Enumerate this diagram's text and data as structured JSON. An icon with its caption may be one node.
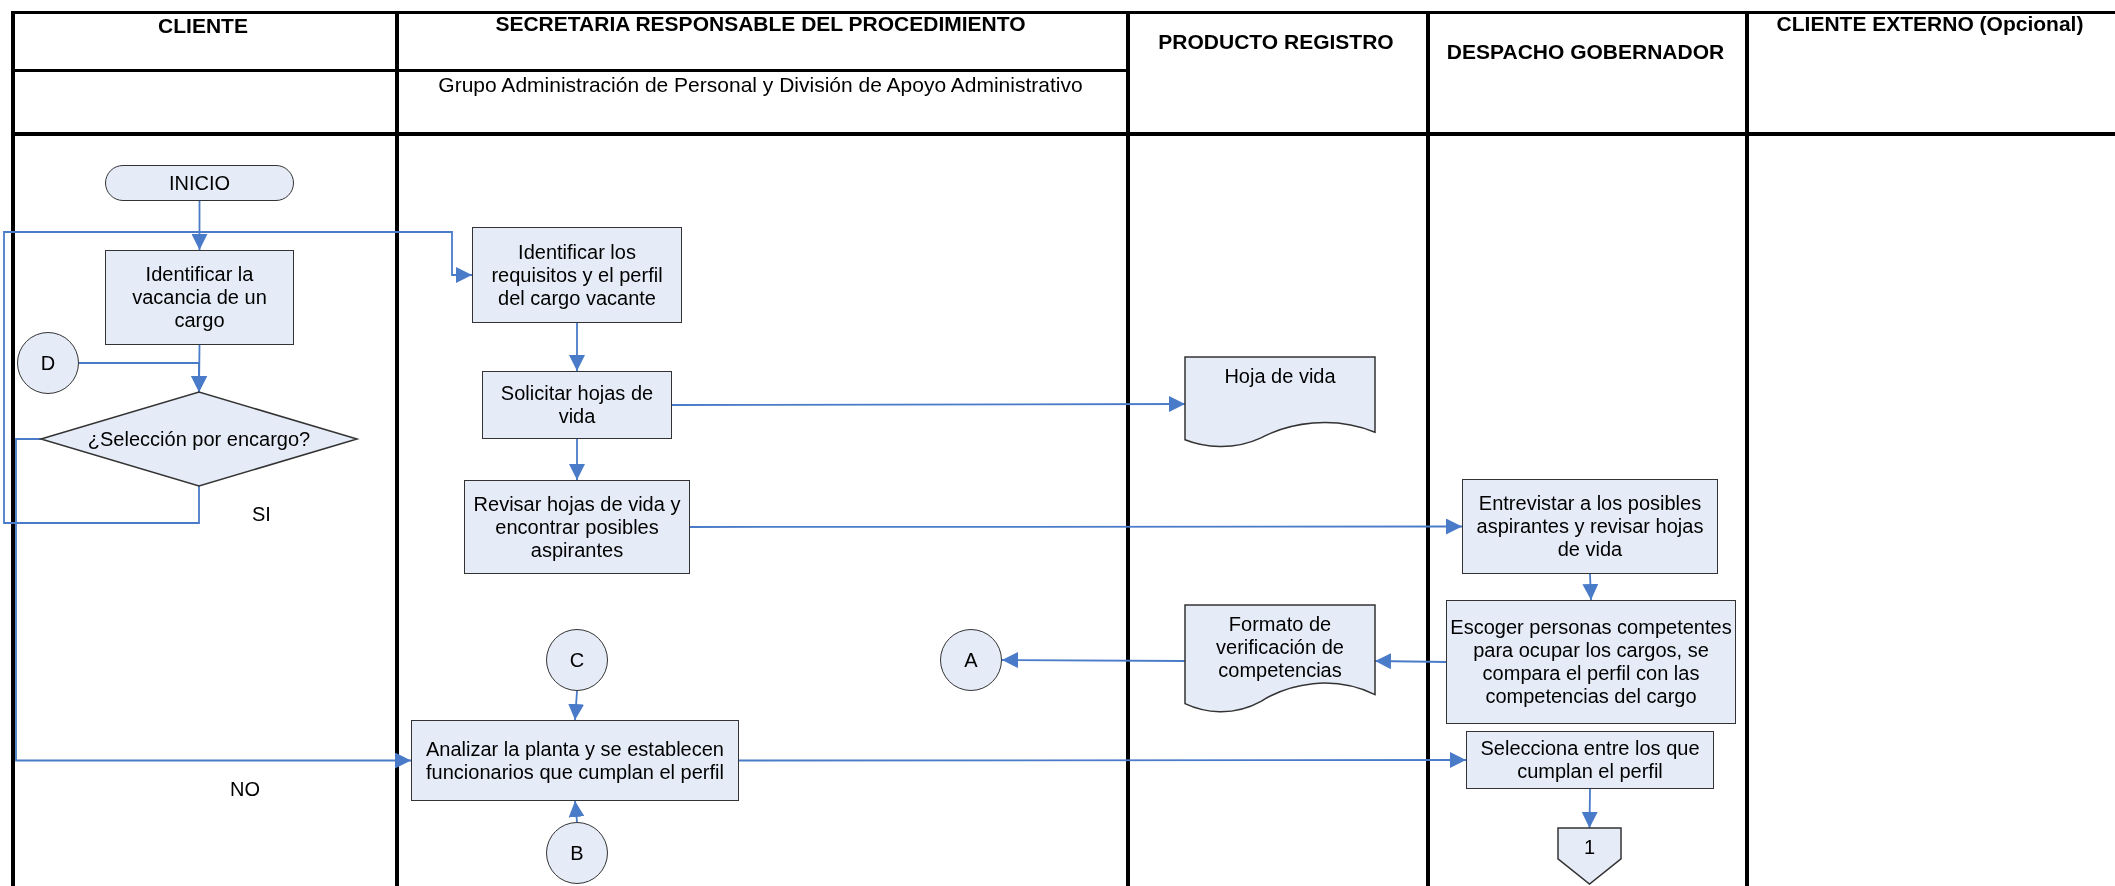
{
  "diagram": {
    "nodes": [
      {
        "text": [
          "CLIENTE"
        ]
      },
      {
        "text": [
          "SECRETARIA RESPONSABLE DEL PROCEDIMIENTO",
          "Grupo Administración de Personal y División de Apoyo Administrativo"
        ]
      },
      {
        "text": [
          "PRODUCTO REGISTRO"
        ]
      },
      {
        "text": [
          "DESPACHO GOBERNADOR"
        ]
      },
      {
        "text": [
          "CLIENTE EXTERNO (Opcional)"
        ]
      },
      {
        "text": [
          "INICIO"
        ],
        "in": 0
      },
      {
        "text": [
          "Identificar la vacancia de un cargo"
        ],
        "in": 0
      },
      {
        "text": [
          "D"
        ],
        "in": 0
      },
      {
        "text": [
          "¿Selección por encargo?"
        ],
        "in": 0
      },
      {
        "text": [
          "Identificar los requisitos y el perfil del cargo vacante"
        ],
        "in": 1
      },
      {
        "text": [
          "Solicitar hojas de vida"
        ],
        "in": 1
      },
      {
        "text": [
          "Revisar hojas de vida y encontrar posibles aspirantes"
        ],
        "in": 1
      },
      {
        "text": [
          "C"
        ],
        "in": 1
      },
      {
        "text": [
          "A"
        ],
        "in": 1
      },
      {
        "text": [
          "Analizar la planta y se establecen funcionarios que cumplan el perfil"
        ],
        "in": 1
      },
      {
        "text": [
          "B"
        ],
        "in": 1
      },
      {
        "text": [
          "Hoja de vida"
        ],
        "in": 2
      },
      {
        "text": [
          "Formato de verificación de competencias"
        ],
        "in": 2
      },
      {
        "text": [
          "Entrevistar a los posibles aspirantes y revisar hojas de vida"
        ],
        "in": 3
      },
      {
        "text": [
          "Escoger personas competentes para ocupar los cargos, se compara el perfil con las competencias del cargo"
        ],
        "in": 3
      },
      {
        "text": [
          "Selecciona entre los que cumplan el perfil"
        ],
        "in": 3
      },
      {
        "text": [
          "1"
        ],
        "in": 3
      }
    ],
    "edges": [
      {
        "from": 5,
        "to": 6,
        "arrow": "to"
      },
      {
        "from": 6,
        "to": 8,
        "arrow": "to"
      },
      {
        "from": 7,
        "to": 8,
        "arrow": "to"
      },
      {
        "from": 8,
        "to": 9,
        "arrow": "to",
        "label": "SI"
      },
      {
        "from": 8,
        "to": 14,
        "arrow": "to",
        "label": "NO"
      },
      {
        "from": 9,
        "to": 10,
        "arrow": "to"
      },
      {
        "from": 10,
        "to": 11,
        "arrow": "to"
      },
      {
        "from": 10,
        "to": 16,
        "arrow": "to"
      },
      {
        "from": 11,
        "to": 18,
        "arrow": "to"
      },
      {
        "from": 12,
        "to": 14,
        "arrow": "to"
      },
      {
        "from": 15,
        "to": 14,
        "arrow": "to"
      },
      {
        "from": 18,
        "to": 19,
        "arrow": "to"
      },
      {
        "from": 19,
        "to": 17,
        "arrow": "to"
      },
      {
        "from": 17,
        "to": 13,
        "arrow": "to"
      },
      {
        "from": 14,
        "to": 20,
        "arrow": "to"
      },
      {
        "from": 20,
        "to": 21,
        "arrow": "to"
      }
    ]
  }
}
